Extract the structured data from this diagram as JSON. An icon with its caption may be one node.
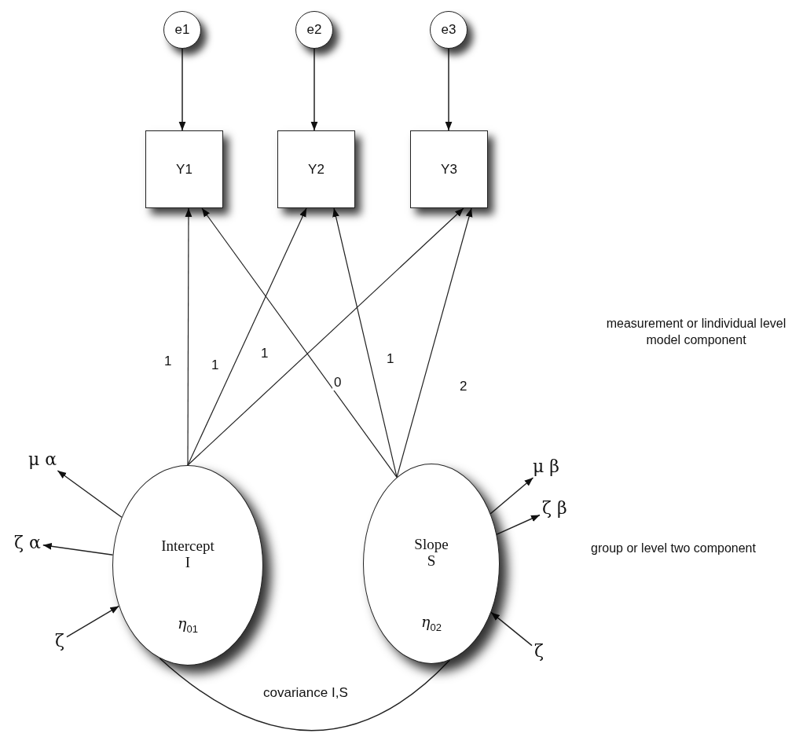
{
  "diagram": {
    "nodes": [
      {
        "text": [
          "e1"
        ]
      },
      {
        "text": [
          "e2"
        ]
      },
      {
        "text": [
          "e3"
        ]
      },
      {
        "text": [
          "Y1"
        ]
      },
      {
        "text": [
          "Y2"
        ]
      },
      {
        "text": [
          "Y3"
        ]
      },
      {
        "text": [
          "Intercept I",
          "η$_{01}$"
        ]
      },
      {
        "text": [
          "Slope S",
          "η$_{02}$"
        ]
      },
      {
        "text": [
          "μ α"
        ]
      },
      {
        "text": [
          "ζ α"
        ]
      },
      {
        "text": [
          "ζ"
        ]
      },
      {
        "text": [
          "μ β"
        ]
      },
      {
        "text": [
          "ζ β"
        ]
      },
      {
        "text": [
          "ζ"
        ]
      }
    ],
    "edges": [
      {
        "from": 0,
        "to": 3,
        "arrow": "to"
      },
      {
        "from": 1,
        "to": 4,
        "arrow": "to"
      },
      {
        "from": 2,
        "to": 5,
        "arrow": "to"
      },
      {
        "from": 6,
        "to": 3,
        "arrow": "to",
        "label": "1"
      },
      {
        "from": 6,
        "to": 4,
        "arrow": "to",
        "label": "1"
      },
      {
        "from": 6,
        "to": 5,
        "arrow": "to",
        "label": "1"
      },
      {
        "from": 7,
        "to": 3,
        "arrow": "to",
        "label": "0"
      },
      {
        "from": 7,
        "to": 4,
        "arrow": "to",
        "label": "1"
      },
      {
        "from": 7,
        "to": 5,
        "arrow": "to",
        "label": "2"
      },
      {
        "from": 6,
        "to": 8,
        "arrow": "to"
      },
      {
        "from": 6,
        "to": 9,
        "arrow": "to"
      },
      {
        "from": 10,
        "to": 6,
        "arrow": "to"
      },
      {
        "from": 7,
        "to": 11,
        "arrow": "to"
      },
      {
        "from": 7,
        "to": 12,
        "arrow": "to"
      },
      {
        "from": 13,
        "to": 7,
        "arrow": "to"
      },
      {
        "from": 6,
        "to": 7,
        "arrow": "none",
        "label": "covariance I,S"
      }
    ],
    "labels": [
      "measurement or lindividual level model component",
      "group or level two component"
    ]
  }
}
